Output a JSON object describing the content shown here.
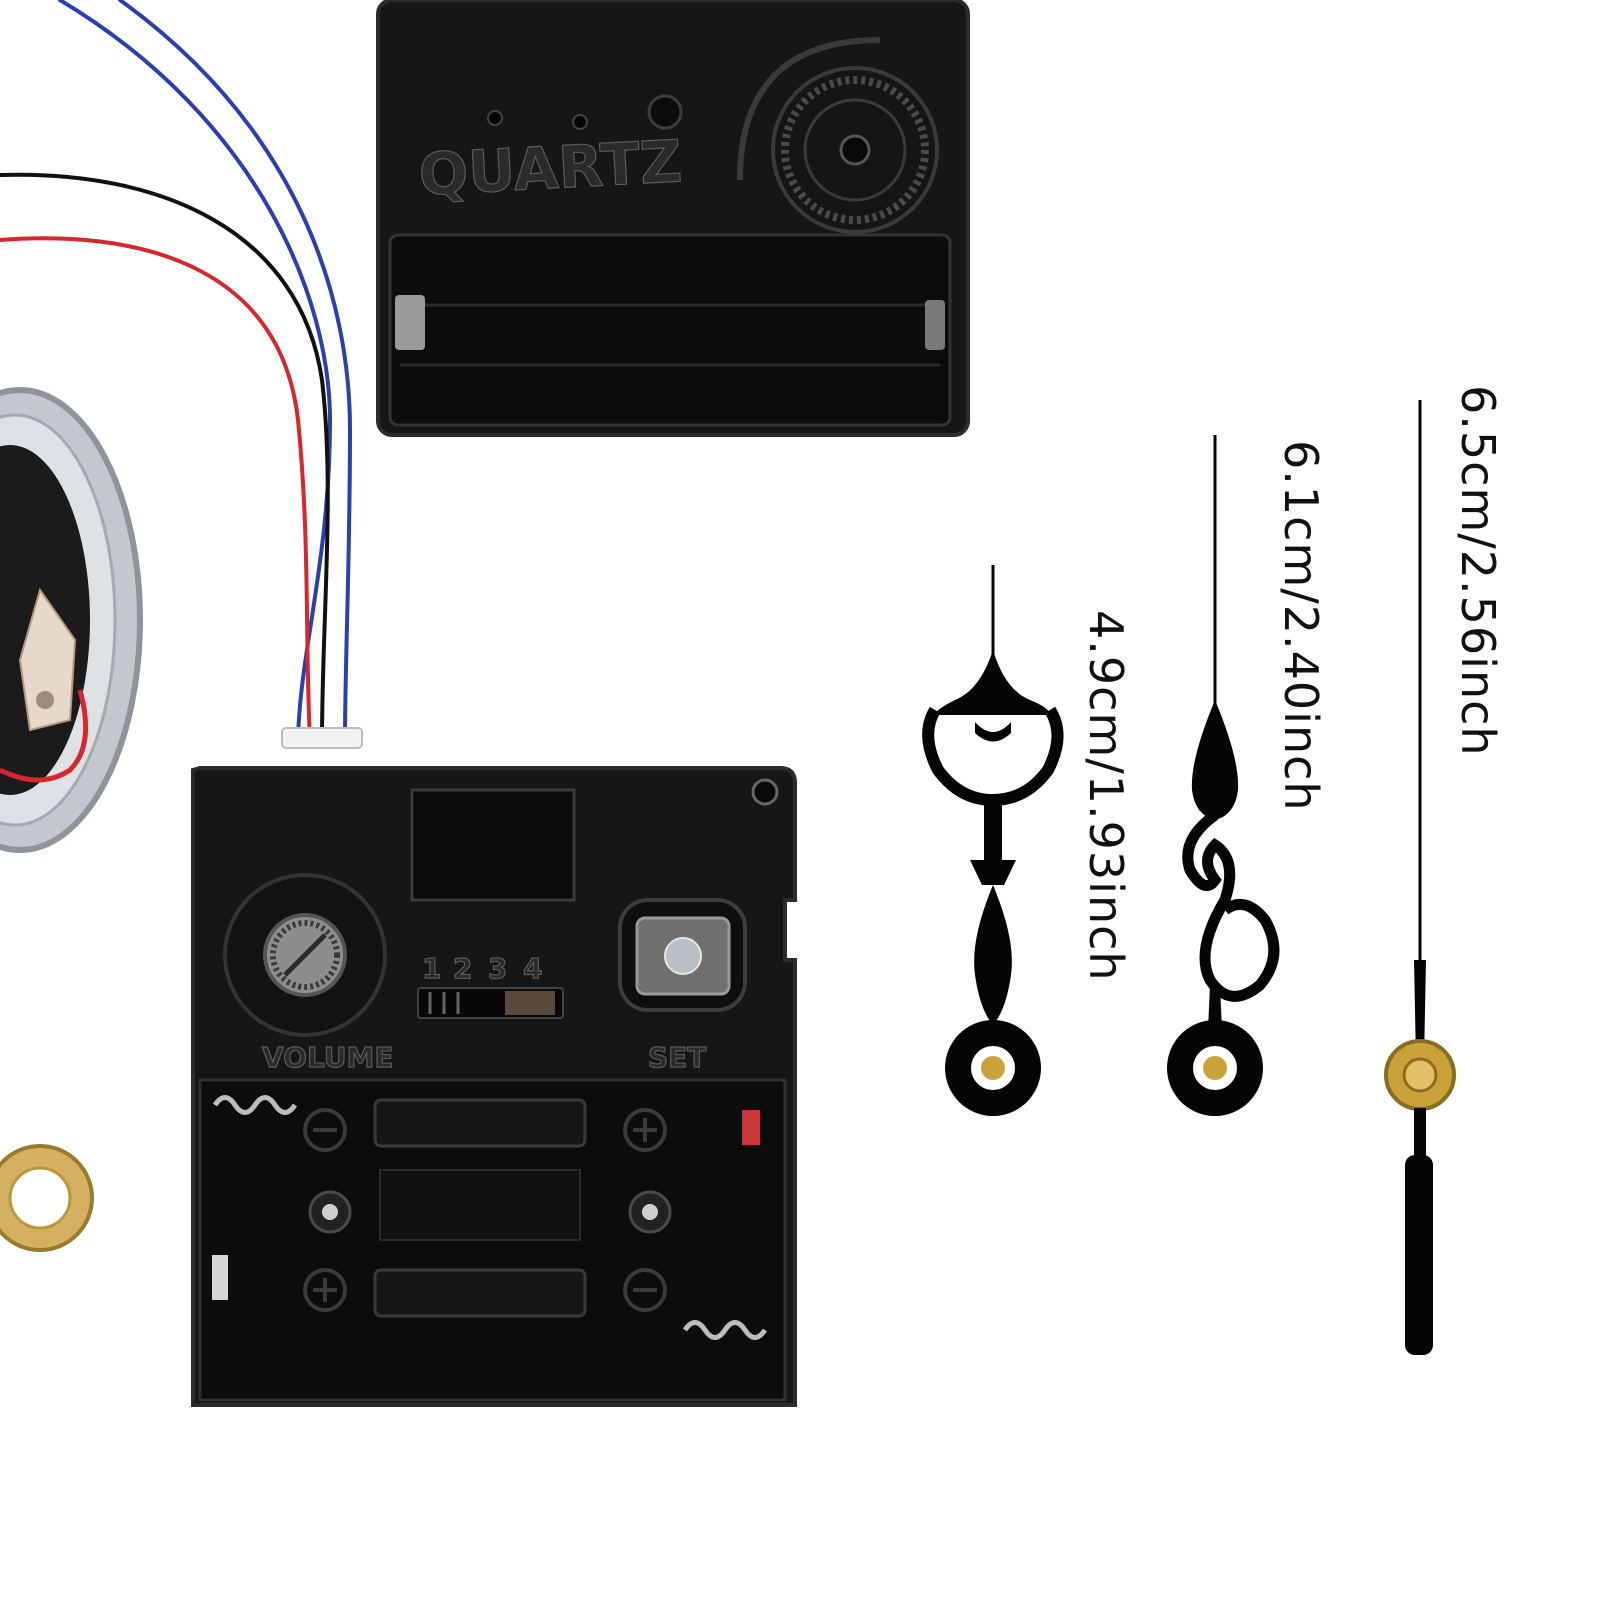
{
  "colors": {
    "background": "#ffffff",
    "movement_body": "#161616",
    "movement_edge": "#2b2b2b",
    "wire_blue": "#2b3fb5",
    "wire_red": "#d9262c",
    "wire_black": "#111111",
    "brass": "#c9a23a",
    "speaker_rim": "#b8bcc2",
    "hand_black": "#050505"
  },
  "top_movement": {
    "embossed_text": "QUARTZ",
    "icon": "hand-set-wheel-icon"
  },
  "bottom_movement": {
    "volume_label": "VOLUME",
    "set_label": "SET",
    "switch_positions": [
      "1",
      "2",
      "3",
      "4"
    ],
    "icons": [
      "volume-knob-icon",
      "set-button-icon",
      "battery-holder-icon"
    ]
  },
  "hands": [
    {
      "name": "hour-hand",
      "label": "4.9cm/1.93inch"
    },
    {
      "name": "minute-hand",
      "label": "6.1cm/2.40inch"
    },
    {
      "name": "second-hand",
      "label": "6.5cm/2.56inch"
    }
  ]
}
